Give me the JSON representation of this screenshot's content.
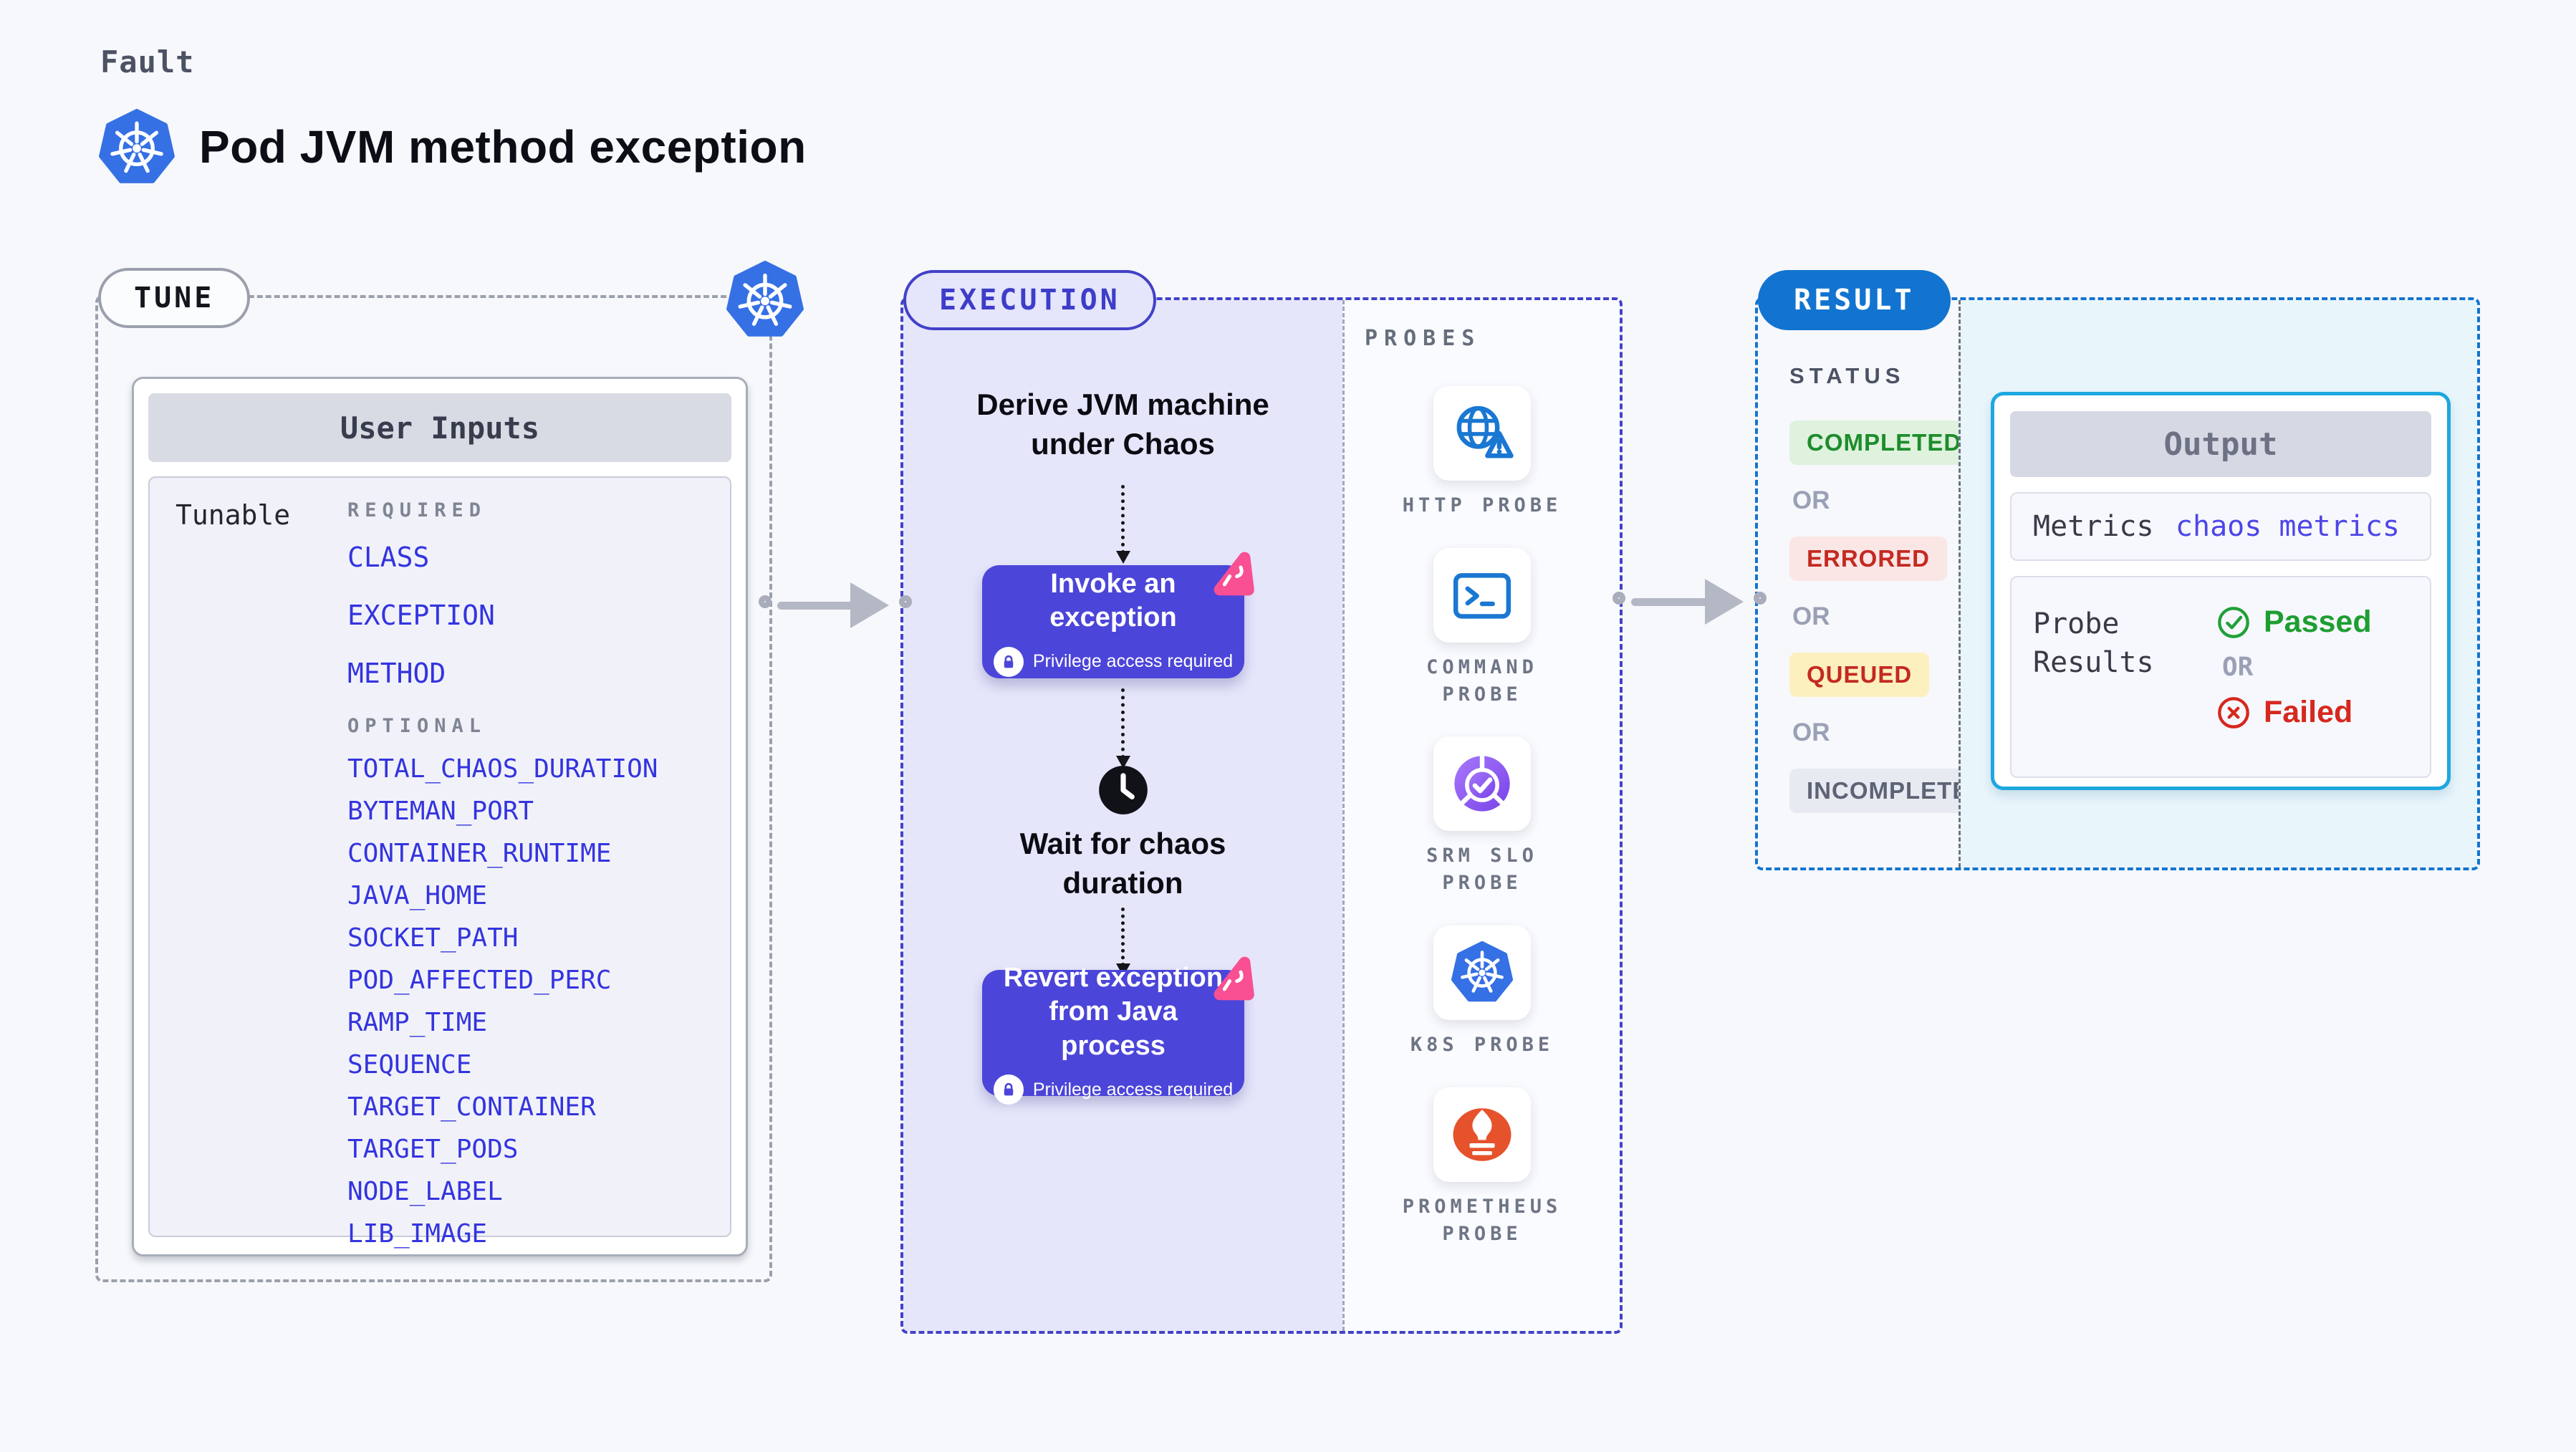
{
  "page": {
    "kicker": "Fault",
    "title": "Pod JVM method exception"
  },
  "tune": {
    "badge": "TUNE",
    "card_title": "User Inputs",
    "row_label": "Tunable",
    "required_label": "REQUIRED",
    "required_items": [
      "CLASS",
      "EXCEPTION",
      "METHOD"
    ],
    "optional_label": "OPTIONAL",
    "optional_items": [
      "TOTAL_CHAOS_DURATION",
      "BYTEMAN_PORT",
      "CONTAINER_RUNTIME",
      "JAVA_HOME",
      "SOCKET_PATH",
      "POD_AFFECTED_PERC",
      "RAMP_TIME",
      "SEQUENCE",
      "TARGET_CONTAINER",
      "TARGET_PODS",
      "NODE_LABEL",
      "LIB_IMAGE"
    ]
  },
  "execution": {
    "badge": "EXECUTION",
    "derive_step": "Derive JVM machine under Chaos",
    "invoke_step": "Invoke an exception",
    "wait_step": "Wait for chaos duration",
    "revert_step": "Revert exception from Java process",
    "privilege_note": "Privilege access required"
  },
  "probes": {
    "label": "PROBES",
    "items": [
      {
        "name": "HTTP PROBE",
        "icon": "globe-alert-icon"
      },
      {
        "name": "COMMAND PROBE",
        "icon": "terminal-icon"
      },
      {
        "name": "SRM SLO PROBE",
        "icon": "slo-pie-check-icon"
      },
      {
        "name": "K8S PROBE",
        "icon": "kubernetes-icon"
      },
      {
        "name": "PROMETHEUS PROBE",
        "icon": "prometheus-icon"
      }
    ]
  },
  "result": {
    "badge": "RESULT",
    "status_label": "STATUS",
    "or_label": "OR",
    "statuses": [
      {
        "label": "COMPLETED",
        "bg": "#def2dd",
        "fg": "#1d8c2b"
      },
      {
        "label": "ERRORED",
        "bg": "#fbe6e6",
        "fg": "#c32a21"
      },
      {
        "label": "QUEUED",
        "bg": "#fdf0bf",
        "fg": "#c32a21"
      },
      {
        "label": "INCOMPLETED",
        "bg": "#e8eaf2",
        "fg": "#5d6375"
      }
    ],
    "output": {
      "title": "Output",
      "metrics_label": "Metrics",
      "metrics_value": "chaos metrics",
      "probe_results_label": "Probe Results",
      "passed_label": "Passed",
      "or_label": "OR",
      "failed_label": "Failed"
    }
  },
  "colors": {
    "background": "#f7f8fc",
    "kubernetes_blue": "#3570e4",
    "execution_indigo": "#4342c9",
    "action_purple": "#4c45d9",
    "chaos_pink": "#f94f93",
    "result_blue": "#1274d0",
    "output_border_cyan": "#1ea7e0",
    "tunable_blue": "#3434df",
    "probe_icon_blue": "#1a77d2",
    "slo_purple": "#8b5cf6",
    "prometheus_orange": "#e6522c",
    "passed_green": "#1d9e31",
    "failed_red": "#d6281e"
  }
}
